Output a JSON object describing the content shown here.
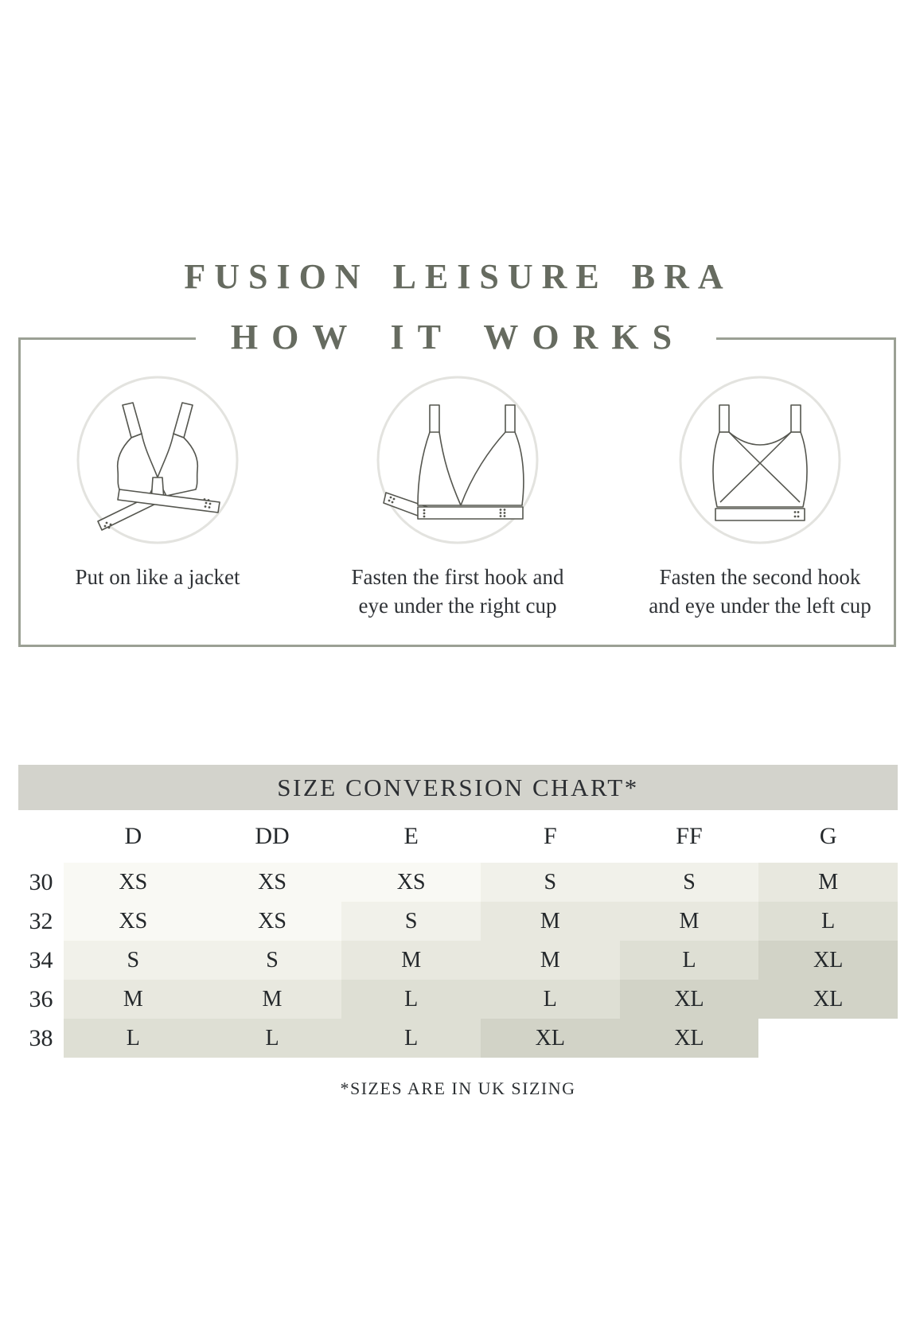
{
  "header": {
    "product_title": "FUSION LEISURE BRA",
    "section_title": "HOW IT WORKS"
  },
  "steps": [
    {
      "caption": "Put on like a jacket",
      "illustration": "bra-open"
    },
    {
      "caption": "Fasten the first hook and\neye under the right cup",
      "illustration": "bra-first-hook"
    },
    {
      "caption": "Fasten the second hook\nand eye under the left cup",
      "illustration": "bra-second-hook"
    }
  ],
  "size_chart": {
    "title": "SIZE CONVERSION CHART*",
    "footnote": "*SIZES ARE IN UK SIZING",
    "columns": [
      "D",
      "DD",
      "E",
      "F",
      "FF",
      "G"
    ],
    "rows": [
      {
        "band": "30",
        "cells": [
          "XS",
          "XS",
          "XS",
          "S",
          "S",
          "M"
        ]
      },
      {
        "band": "32",
        "cells": [
          "XS",
          "XS",
          "S",
          "M",
          "M",
          "L"
        ]
      },
      {
        "band": "34",
        "cells": [
          "S",
          "S",
          "M",
          "M",
          "L",
          "XL"
        ]
      },
      {
        "band": "36",
        "cells": [
          "M",
          "M",
          "L",
          "L",
          "XL",
          "XL"
        ]
      },
      {
        "band": "38",
        "cells": [
          "L",
          "L",
          "L",
          "XL",
          "XL",
          ""
        ]
      }
    ],
    "shade_colors": {
      "XS": "#f9f9f4",
      "S": "#f1f1ea",
      "M": "#e8e8df",
      "L": "#dedfd4",
      "XL": "#d2d3c7",
      "": "transparent"
    }
  },
  "colors": {
    "title_sage": "#666b60",
    "border_sage": "#9ba094",
    "circle_stroke": "#e3e3df",
    "line_art": "#55564f",
    "text_dark": "#24282b",
    "band_background": "#d3d3cc"
  }
}
